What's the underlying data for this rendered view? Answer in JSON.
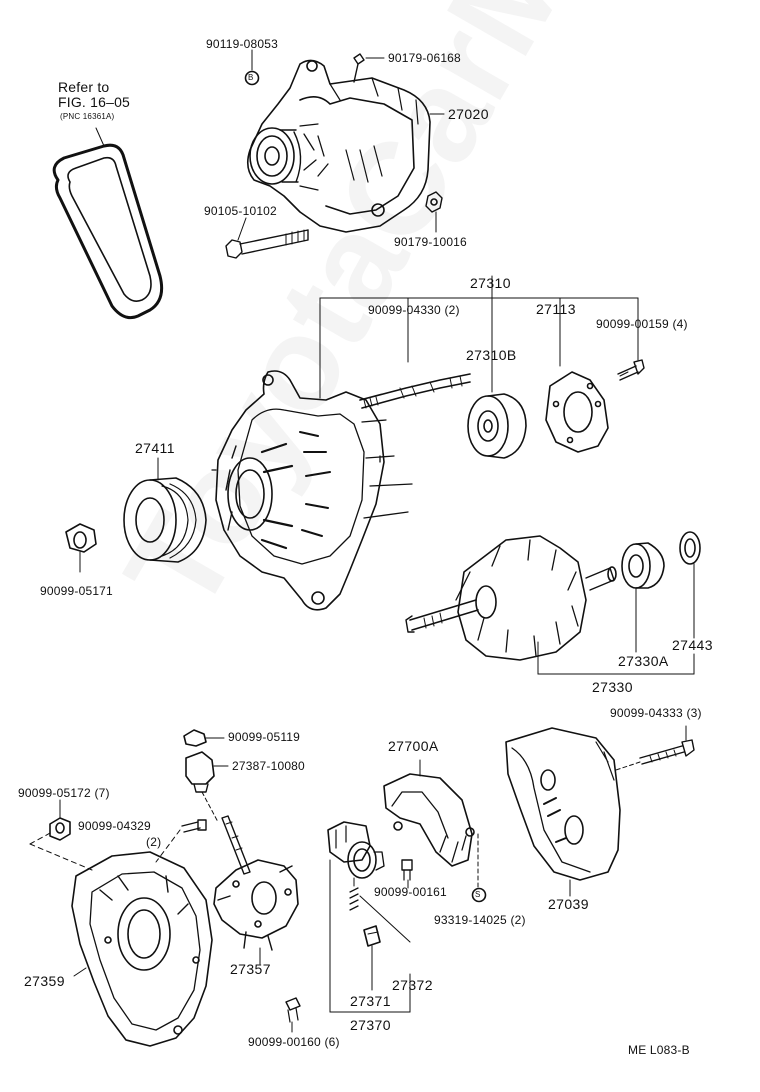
{
  "watermark": "ToyotaCarMine.ru",
  "reference_note": {
    "line1": "Refer to",
    "line2": "FIG. 16–05",
    "line3": "(PNC 16361A)"
  },
  "labels": {
    "p90119_08053": "90119-08053",
    "p90179_06168": "90179-06168",
    "p27020": "27020",
    "p90105_10102": "90105-10102",
    "p90179_10016": "90179-10016",
    "p27310": "27310",
    "p90099_04330": "90099-04330 (2)",
    "p27113": "27113",
    "p90099_00159": "90099-00159 (4)",
    "p27310B": "27310B",
    "p27411": "27411",
    "p90099_05171": "90099-05171",
    "p27443": "27443",
    "p27330A": "27330A",
    "p27330": "27330",
    "p90099_05119": "90099-05119",
    "p27387_10080": "27387-10080",
    "p27700A": "27700A",
    "p90099_04333": "90099-04333 (3)",
    "p90099_05172": "90099-05172 (7)",
    "p90099_04329": "90099-04329",
    "p90099_04329_qty": "(2)",
    "p90099_00161": "90099-00161",
    "p93319_14025": "93319-14025 (2)",
    "p27039": "27039",
    "p27359": "27359",
    "p27357": "27357",
    "p27372": "27372",
    "p27371": "27371",
    "p27370": "27370",
    "p90099_00160": "90099-00160 (6)",
    "footer": "ME   L083-B"
  },
  "markers": {
    "B": "B",
    "S": "S"
  }
}
